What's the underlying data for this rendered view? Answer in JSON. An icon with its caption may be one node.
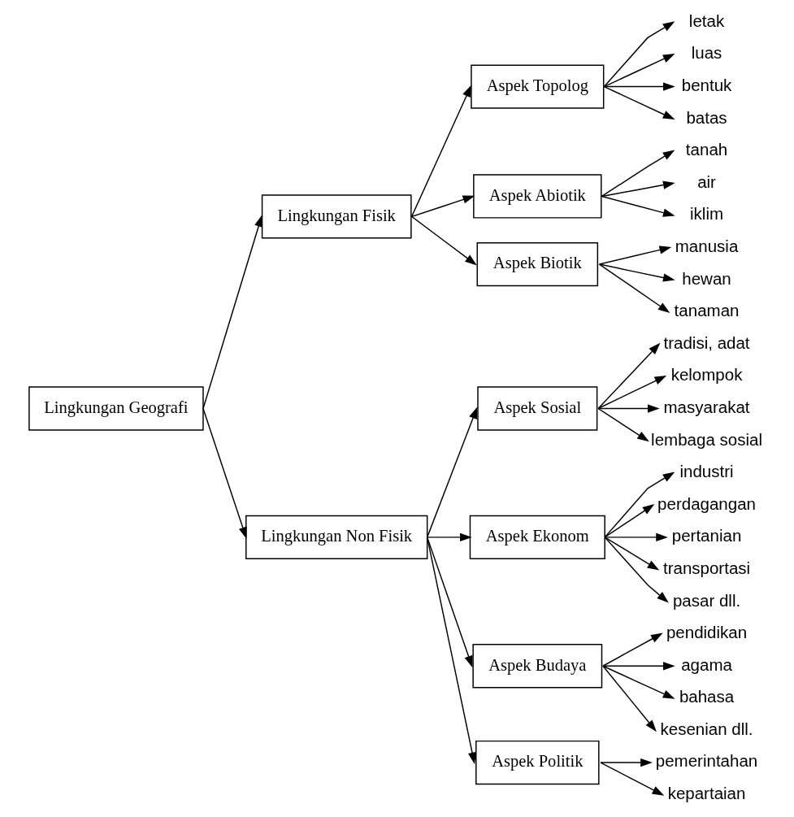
{
  "diagram": {
    "nodes": [
      {
        "text": [
          "Lingkungan Geografi"
        ]
      },
      {
        "text": [
          "Lingkungan Fisik"
        ]
      },
      {
        "text": [
          "Aspek Topolog"
        ]
      },
      {
        "text": [
          "letak"
        ]
      },
      {
        "text": [
          "luas"
        ]
      },
      {
        "text": [
          "bentuk"
        ]
      },
      {
        "text": [
          "batas"
        ]
      },
      {
        "text": [
          "Aspek Abiotik"
        ]
      },
      {
        "text": [
          "tanah"
        ]
      },
      {
        "text": [
          "air"
        ]
      },
      {
        "text": [
          "iklim"
        ]
      },
      {
        "text": [
          "Aspek Biotik"
        ]
      },
      {
        "text": [
          "manusia"
        ]
      },
      {
        "text": [
          "hewan"
        ]
      },
      {
        "text": [
          "tanaman"
        ]
      },
      {
        "text": [
          "Lingkungan Non Fisik"
        ]
      },
      {
        "text": [
          "Aspek Sosial"
        ]
      },
      {
        "text": [
          "tradisi, adat"
        ]
      },
      {
        "text": [
          "kelompok"
        ]
      },
      {
        "text": [
          "masyarakat"
        ]
      },
      {
        "text": [
          "lembaga sosial"
        ]
      },
      {
        "text": [
          "Aspek Ekonom"
        ]
      },
      {
        "text": [
          "industri"
        ]
      },
      {
        "text": [
          "perdagangan"
        ]
      },
      {
        "text": [
          "pertanian"
        ]
      },
      {
        "text": [
          "transportasi"
        ]
      },
      {
        "text": [
          "pasar dll."
        ]
      },
      {
        "text": [
          "Aspek Budaya"
        ]
      },
      {
        "text": [
          "pendidikan"
        ]
      },
      {
        "text": [
          "agama"
        ]
      },
      {
        "text": [
          "bahasa"
        ]
      },
      {
        "text": [
          "kesenian dll."
        ]
      },
      {
        "text": [
          "Aspek Politik"
        ]
      },
      {
        "text": [
          "pemerintahan"
        ]
      },
      {
        "text": [
          "kepartaian"
        ]
      }
    ],
    "edges": [
      {
        "from": 0,
        "to": 1,
        "arrow": "to"
      },
      {
        "from": 1,
        "to": 2,
        "arrow": "to"
      },
      {
        "from": 2,
        "to": 3,
        "arrow": "to"
      },
      {
        "from": 2,
        "to": 4,
        "arrow": "to"
      },
      {
        "from": 2,
        "to": 5,
        "arrow": "to"
      },
      {
        "from": 2,
        "to": 6,
        "arrow": "to"
      },
      {
        "from": 1,
        "to": 7,
        "arrow": "to"
      },
      {
        "from": 7,
        "to": 8,
        "arrow": "to"
      },
      {
        "from": 7,
        "to": 9,
        "arrow": "to"
      },
      {
        "from": 7,
        "to": 10,
        "arrow": "to"
      },
      {
        "from": 1,
        "to": 11,
        "arrow": "to"
      },
      {
        "from": 11,
        "to": 12,
        "arrow": "to"
      },
      {
        "from": 11,
        "to": 13,
        "arrow": "to"
      },
      {
        "from": 11,
        "to": 14,
        "arrow": "to"
      },
      {
        "from": 0,
        "to": 15,
        "arrow": "to"
      },
      {
        "from": 15,
        "to": 16,
        "arrow": "to"
      },
      {
        "from": 16,
        "to": 17,
        "arrow": "to"
      },
      {
        "from": 16,
        "to": 18,
        "arrow": "to"
      },
      {
        "from": 16,
        "to": 19,
        "arrow": "to"
      },
      {
        "from": 16,
        "to": 20,
        "arrow": "to"
      },
      {
        "from": 15,
        "to": 21,
        "arrow": "to"
      },
      {
        "from": 21,
        "to": 22,
        "arrow": "to"
      },
      {
        "from": 21,
        "to": 23,
        "arrow": "to"
      },
      {
        "from": 21,
        "to": 24,
        "arrow": "to"
      },
      {
        "from": 21,
        "to": 25,
        "arrow": "to"
      },
      {
        "from": 21,
        "to": 26,
        "arrow": "to"
      },
      {
        "from": 15,
        "to": 27,
        "arrow": "to"
      },
      {
        "from": 27,
        "to": 28,
        "arrow": "to"
      },
      {
        "from": 27,
        "to": 29,
        "arrow": "to"
      },
      {
        "from": 27,
        "to": 30,
        "arrow": "to"
      },
      {
        "from": 27,
        "to": 31,
        "arrow": "to"
      },
      {
        "from": 15,
        "to": 32,
        "arrow": "to"
      },
      {
        "from": 32,
        "to": 33,
        "arrow": "to"
      },
      {
        "from": 32,
        "to": 34,
        "arrow": "to"
      }
    ]
  }
}
